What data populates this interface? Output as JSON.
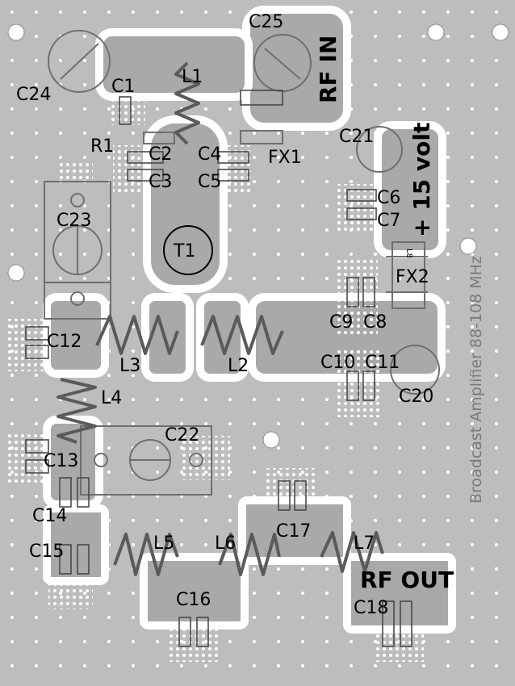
{
  "colors": {
    "board": "#bdbdbd",
    "trace": "#a9a9a9",
    "trace_edge": "#ffffff",
    "ink": "#000000",
    "component_outline": "#6f6f6f",
    "coil": "#5a5a5a",
    "side_text": "#7a7a7a"
  },
  "board_title": "Broadcast Amplifier 88-108 MHz",
  "connectors": {
    "rf_in": "RF IN",
    "rf_out": "RF OUT",
    "supply": "+ 15 volt"
  },
  "components": {
    "c1": "C1",
    "c2": "C2",
    "c3": "C3",
    "c4": "C4",
    "c5": "C5",
    "c6": "C6",
    "c7": "C7",
    "c8": "C8",
    "c9": "C9",
    "c10": "C10",
    "c11": "C11",
    "c12": "C12",
    "c13": "C13",
    "c14": "C14",
    "c15": "C15",
    "c16": "C16",
    "c17": "C17",
    "c18": "C18",
    "c20": "C20",
    "c21": "C21",
    "c22": "C22",
    "c23": "C23",
    "c24": "C24",
    "c25": "C25",
    "l1": "L1",
    "l2": "L2",
    "l3": "L3",
    "l4": "L4",
    "l5": "L5",
    "l6": "L6",
    "l7": "L7",
    "l8": "L8",
    "r1": "R1",
    "t1": "T1",
    "fx1": "FX1",
    "fx2": "FX2"
  }
}
